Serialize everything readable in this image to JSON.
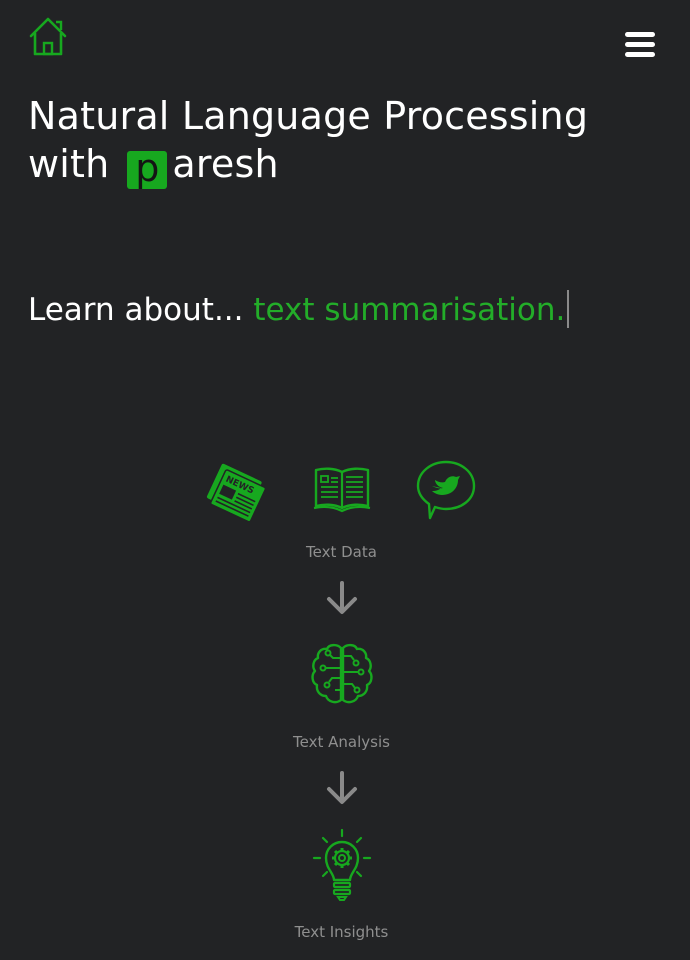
{
  "header": {
    "home_icon": "home-icon",
    "menu_icon": "hamburger-menu-icon",
    "title_line1": "Natural Language Processing",
    "title_with": "with",
    "brand_letter": "p",
    "brand_rest": "aresh"
  },
  "tagline": {
    "prefix": "Learn about...",
    "typed_text": "text summarisation."
  },
  "pipeline": {
    "stages": [
      {
        "label": "Text Data",
        "icons": [
          "newspaper-icon",
          "open-book-icon",
          "twitter-speech-bubble-icon"
        ]
      },
      {
        "label": "Text Analysis",
        "icons": [
          "circuit-brain-icon"
        ]
      },
      {
        "label": "Text Insights",
        "icons": [
          "lightbulb-gear-icon"
        ]
      }
    ],
    "arrow_icon": "arrow-down-icon"
  },
  "colors": {
    "background": "#222325",
    "accent_green": "#17a81f",
    "text_white": "#ffffff",
    "label_gray": "#8f8f8f",
    "arrow_gray": "#8a8a8a"
  }
}
